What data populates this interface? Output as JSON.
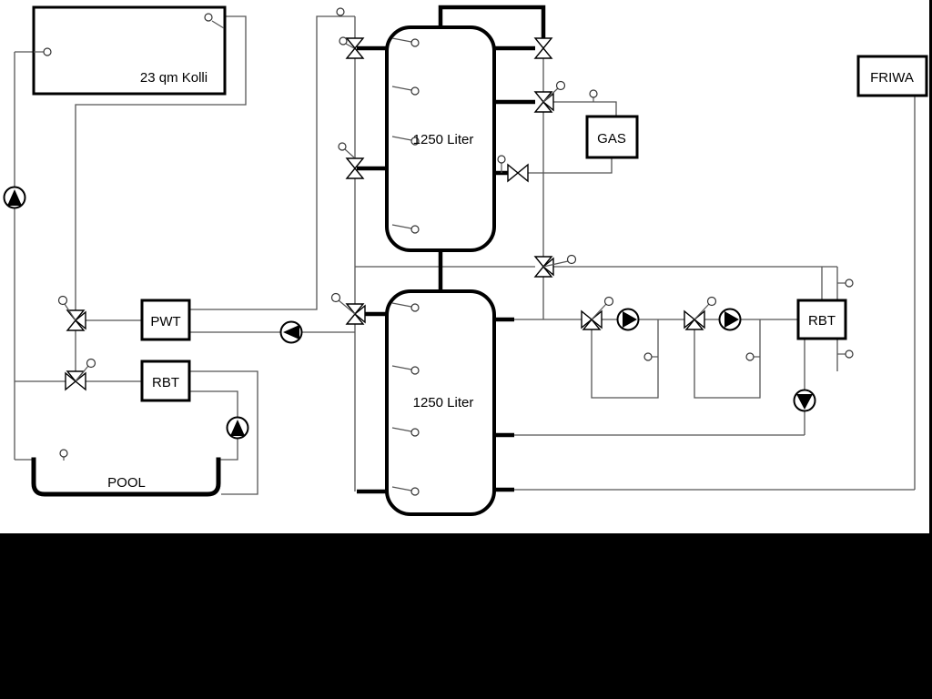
{
  "labels": {
    "collector": "23 qm Kolli",
    "tank_top": "1250 Liter",
    "tank_bottom": "1250 Liter",
    "gas": "GAS",
    "friwa": "FRIWA",
    "pwt": "PWT",
    "rbt_left": "RBT",
    "rbt_right": "RBT",
    "pool": "POOL"
  },
  "symbols": {
    "pump": "circle-with-filled-triangle",
    "valve": "bowtie-triangles",
    "three_way_valve": "bowtie-with-third-port-and-actuator-circle",
    "temp_sensor": "small-circle-with-stem"
  },
  "colors": {
    "pipe_thin": "#555555",
    "pipe_thick": "#000000",
    "background": "#ffffff",
    "letterbox": "#000000"
  }
}
